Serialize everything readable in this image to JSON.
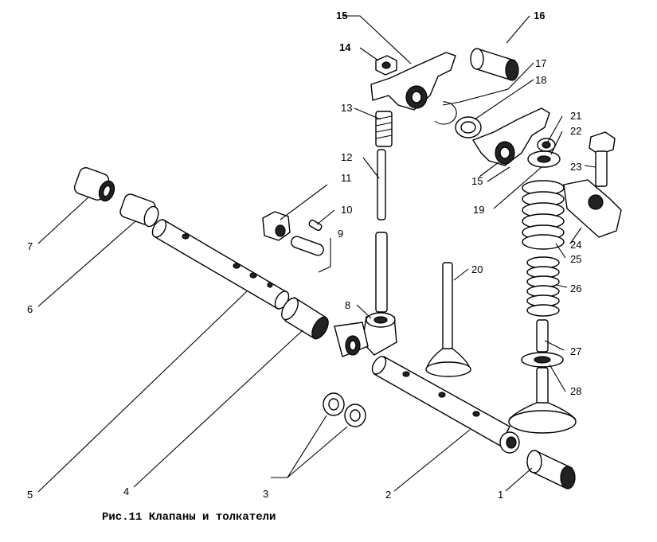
{
  "caption": "Рис.11 Клапаны и толкатели",
  "callouts": [
    {
      "id": "c1",
      "text": "1"
    },
    {
      "id": "c2",
      "text": "2"
    },
    {
      "id": "c3",
      "text": "3"
    },
    {
      "id": "c4",
      "text": "4"
    },
    {
      "id": "c5",
      "text": "5"
    },
    {
      "id": "c6",
      "text": "6"
    },
    {
      "id": "c7",
      "text": "7"
    },
    {
      "id": "c8",
      "text": "8"
    },
    {
      "id": "c9",
      "text": "9"
    },
    {
      "id": "c10",
      "text": "10"
    },
    {
      "id": "c11",
      "text": "11"
    },
    {
      "id": "c12",
      "text": "12"
    },
    {
      "id": "c13",
      "text": "13"
    },
    {
      "id": "c14",
      "text": "14"
    },
    {
      "id": "c15a",
      "text": "15"
    },
    {
      "id": "c15b",
      "text": "15"
    },
    {
      "id": "c16",
      "text": "16"
    },
    {
      "id": "c17",
      "text": "17"
    },
    {
      "id": "c18",
      "text": "18"
    },
    {
      "id": "c19",
      "text": "19"
    },
    {
      "id": "c20",
      "text": "20"
    },
    {
      "id": "c21",
      "text": "21"
    },
    {
      "id": "c22",
      "text": "22"
    },
    {
      "id": "c23",
      "text": "23"
    },
    {
      "id": "c24",
      "text": "24"
    },
    {
      "id": "c25",
      "text": "25"
    },
    {
      "id": "c26",
      "text": "26"
    },
    {
      "id": "c27",
      "text": "27"
    },
    {
      "id": "c28",
      "text": "28"
    }
  ]
}
